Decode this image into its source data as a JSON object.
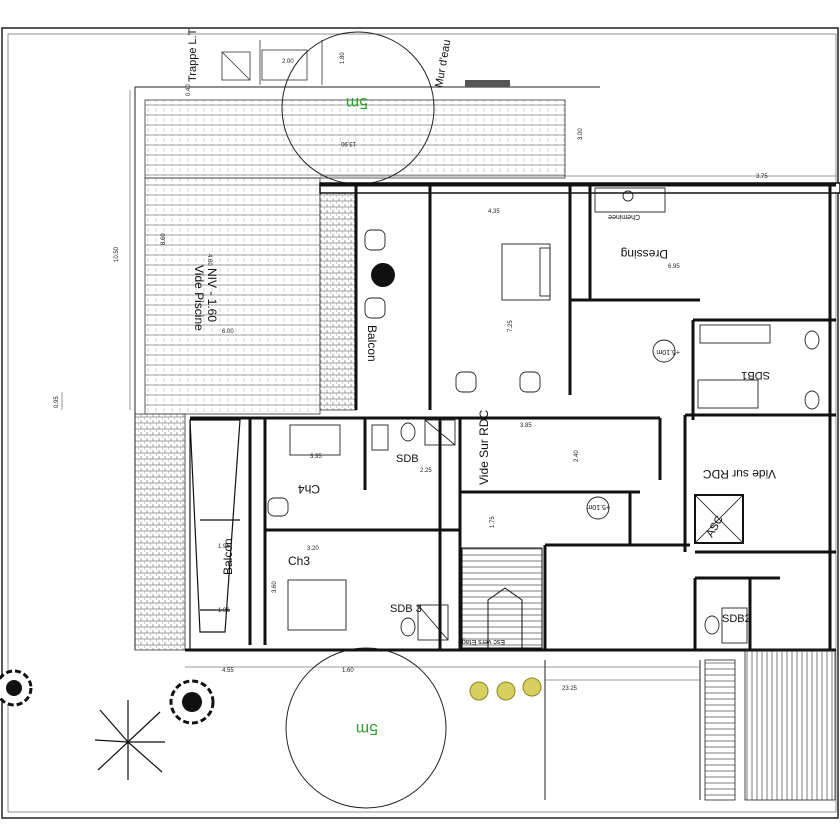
{
  "labels": {
    "vide_piscine": "Vide Piscine",
    "niv": "NIV - 1.60",
    "balcon_top": "Balcon",
    "dressing": "Dressing",
    "cheminee": "Cheminee",
    "sdb1": "SDB1",
    "vide_sur_rdc_center": "Vide Sur RDC",
    "vide_sur_rdc_right": "Vide sur RDC",
    "asc": "ASC",
    "sdb": "SDB",
    "ch4": "Ch4",
    "ch3": "Ch3",
    "sdb3": "SDB 3",
    "balcon_left": "Balcon",
    "esc": "Esc vers Etage",
    "sdb2": "SDB2",
    "level_1": "+5.10m",
    "level_2": "+5.10m",
    "mur": "Mur d'eau",
    "trappe": "Trappe L.T",
    "setback_top": "5m",
    "setback_bottom": "5m"
  },
  "dims": {
    "d_180": "1.80",
    "d_040": "0.40",
    "d_200": "2.00",
    "d_1390": "13.90",
    "d_300": "3.00",
    "d_1050": "10.50",
    "d_860": "8.60",
    "d_460": "4.60",
    "d_600": "6.00",
    "d_095": "0.95",
    "d_435": "4.35",
    "d_695": "6.95",
    "d_725": "7.25",
    "d_385": "3.85",
    "d_240": "2.40",
    "d_375": "3.75",
    "d_335": "3.35",
    "d_320": "3.20",
    "d_360": "3.60",
    "d_196a": "1.96",
    "d_196b": "1.96",
    "d_175": "1.75",
    "d_225": "2.25",
    "d_455": "4.55",
    "d_160": "1.60",
    "d_2325": "23.25"
  }
}
